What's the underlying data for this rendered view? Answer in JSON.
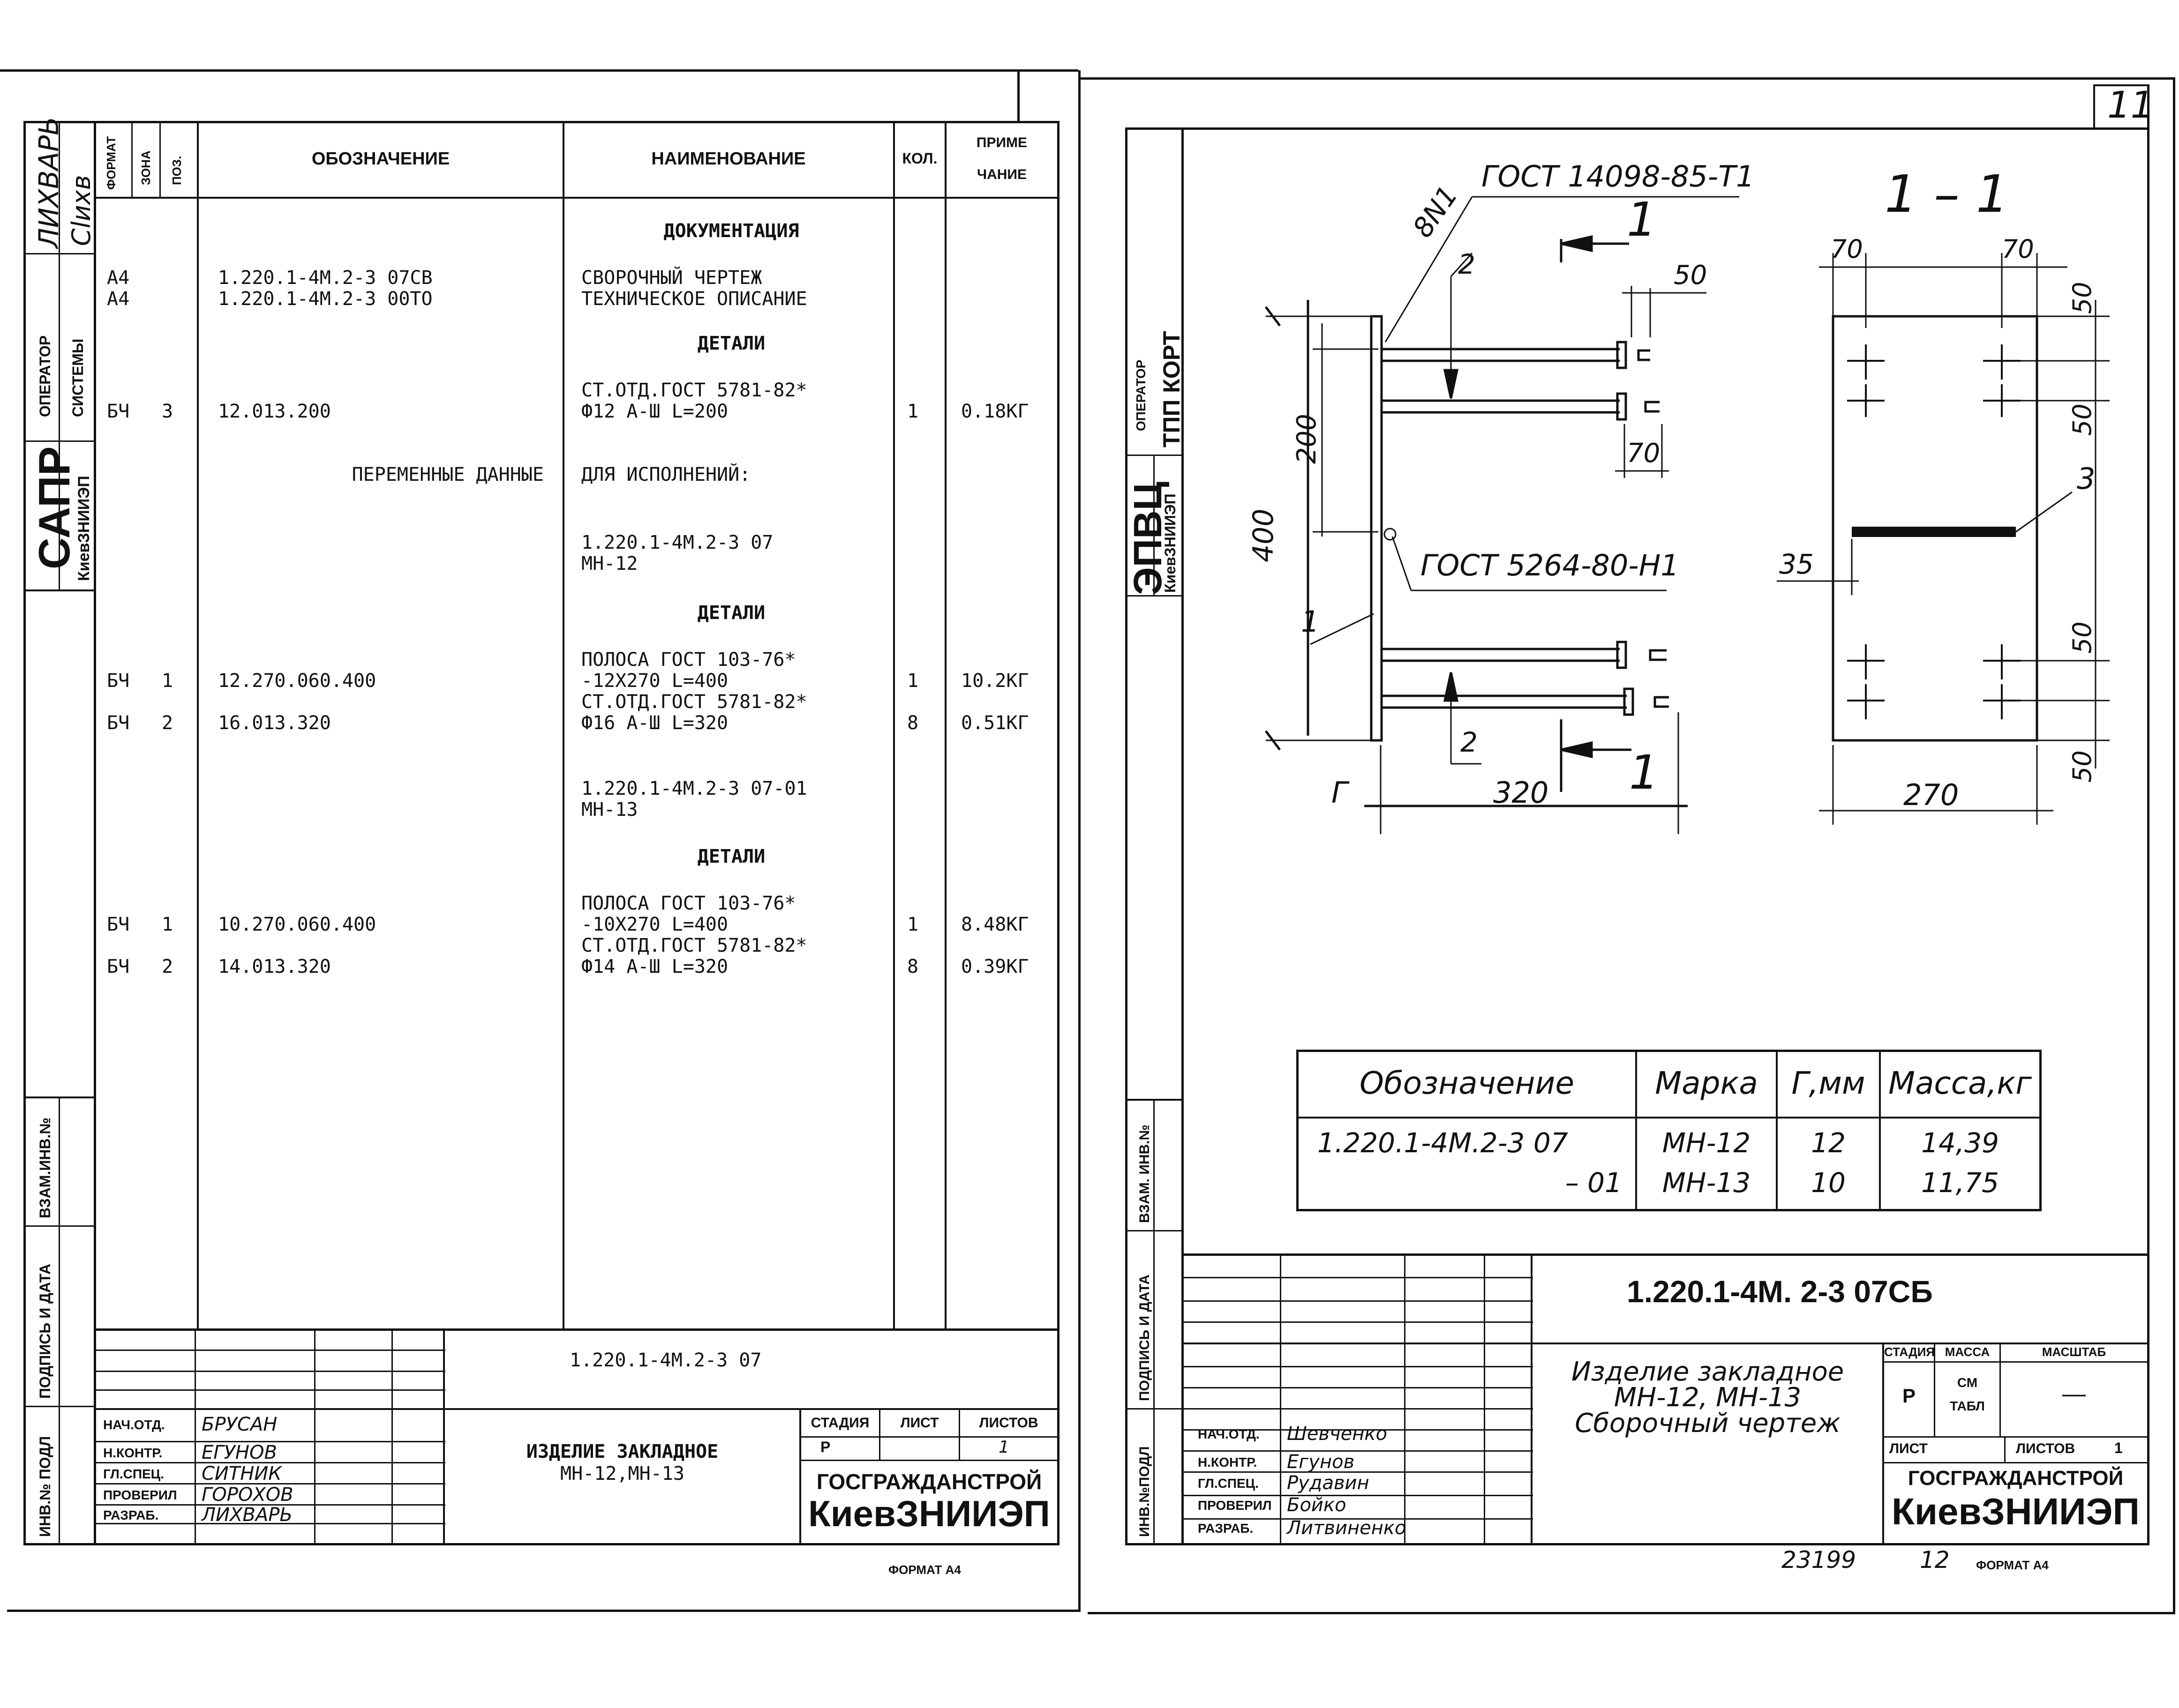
{
  "left": {
    "spec_headers": {
      "format": "ФОРМАТ",
      "zone": "ЗОНА",
      "pos": "ПОЗ.",
      "designation": "ОБОЗНАЧЕНИЕ",
      "name": "НАИМЕНОВАНИЕ",
      "qty": "КОЛ.",
      "note_1": "ПРИМЕ",
      "note_2": "ЧАНИЕ"
    },
    "rows": [
      {
        "format": "",
        "pos": "",
        "designation": "",
        "name": "ДОКУМЕНТАЦИЯ",
        "qty": "",
        "note": "",
        "heading": true
      },
      {
        "format": "А4",
        "pos": "",
        "designation": "1.220.1-4М.2-3 07СВ",
        "name": "СВОРОЧНЫЙ ЧЕРТЕЖ",
        "qty": "",
        "note": ""
      },
      {
        "format": "А4",
        "pos": "",
        "designation": "1.220.1-4М.2-3 00ТО",
        "name": "ТЕХНИЧЕСКОЕ ОПИСАНИЕ",
        "qty": "",
        "note": ""
      },
      {
        "format": "",
        "pos": "",
        "designation": "",
        "name": "ДЕТАЛИ",
        "qty": "",
        "note": "",
        "heading": true
      },
      {
        "format": "",
        "pos": "",
        "designation": "",
        "name": "СТ.ОТД.ГОСТ 5781-82*",
        "qty": "",
        "note": ""
      },
      {
        "format": "БЧ",
        "pos": "3",
        "designation": "12.013.200",
        "name": "Ф12 А-Ш L=200",
        "qty": "1",
        "note": "0.18КГ"
      },
      {
        "format": "",
        "pos": "",
        "designation": "ПЕРЕМЕННЫЕ ДАННЫЕ",
        "name": "ДЛЯ ИСПОЛНЕНИЙ:",
        "qty": "",
        "note": "",
        "designation_right": true
      },
      {
        "format": "",
        "pos": "",
        "designation": "",
        "name": "1.220.1-4М.2-3 07",
        "qty": "",
        "note": ""
      },
      {
        "format": "",
        "pos": "",
        "designation": "",
        "name": "МН-12",
        "qty": "",
        "note": ""
      },
      {
        "format": "",
        "pos": "",
        "designation": "",
        "name": "ДЕТАЛИ",
        "qty": "",
        "note": "",
        "heading": true
      },
      {
        "format": "",
        "pos": "",
        "designation": "",
        "name": "ПОЛОСА ГОСТ 103-76*",
        "qty": "",
        "note": ""
      },
      {
        "format": "БЧ",
        "pos": "1",
        "designation": "12.270.060.400",
        "name": "-12Х270 L=400",
        "qty": "1",
        "note": "10.2КГ"
      },
      {
        "format": "",
        "pos": "",
        "designation": "",
        "name": "СТ.ОТД.ГОСТ 5781-82*",
        "qty": "",
        "note": ""
      },
      {
        "format": "БЧ",
        "pos": "2",
        "designation": "16.013.320",
        "name": "Ф16 А-Ш L=320",
        "qty": "8",
        "note": "0.51КГ"
      },
      {
        "format": "",
        "pos": "",
        "designation": "",
        "name": "1.220.1-4М.2-3 07-01",
        "qty": "",
        "note": ""
      },
      {
        "format": "",
        "pos": "",
        "designation": "",
        "name": "МН-13",
        "qty": "",
        "note": ""
      },
      {
        "format": "",
        "pos": "",
        "designation": "",
        "name": "ДЕТАЛИ",
        "qty": "",
        "note": "",
        "heading": true
      },
      {
        "format": "",
        "pos": "",
        "designation": "",
        "name": "ПОЛОСА ГОСТ 103-76*",
        "qty": "",
        "note": ""
      },
      {
        "format": "БЧ",
        "pos": "1",
        "designation": "10.270.060.400",
        "name": "-10Х270 L=400",
        "qty": "1",
        "note": "8.48КГ"
      },
      {
        "format": "",
        "pos": "",
        "designation": "",
        "name": "СТ.ОТД.ГОСТ 5781-82*",
        "qty": "",
        "note": ""
      },
      {
        "format": "БЧ",
        "pos": "2",
        "designation": "14.013.320",
        "name": "Ф14 А-Ш L=320",
        "qty": "8",
        "note": "0.39КГ"
      }
    ],
    "side": {
      "name_hand": "ЛИХВАРЬ",
      "operator": "ОПЕРАТОР",
      "system": "СИСТЕМЫ",
      "sapr": "САПР",
      "kiev": "КиевЗНИИЭП",
      "vzam": "ВЗАМ.ИНВ.№",
      "podpis": "ПОДПИСЬ И ДАТА",
      "inv": "ИНВ.№ ПОДЛ"
    },
    "stamp": {
      "code": "1.220.1-4М.2-3 07",
      "title_1": "ИЗДЕЛИЕ ЗАКЛАДНОЕ",
      "title_2": "МН-12,МН-13",
      "stage_label": "СТАДИЯ",
      "sheet_label": "ЛИСТ",
      "sheets_label": "ЛИСТОВ",
      "stage": "Р",
      "sheets": "1",
      "org_1": "ГОСГРАЖДАНСТРОЙ",
      "org_2": "КиевЗНИИЭП",
      "roles": [
        {
          "role": "НАЧ.ОТД.",
          "name": "БРУСАН"
        },
        {
          "role": "Н.КОНТР.",
          "name": "ЕГУНОВ"
        },
        {
          "role": "ГЛ.СПЕЦ.",
          "name": "СИТНИК"
        },
        {
          "role": "ПРОВЕРИЛ",
          "name": "ГОРОХОВ"
        },
        {
          "role": "РАЗРАБ.",
          "name": "ЛИХВАРЬ"
        }
      ],
      "format": "ФОРМАТ А4"
    }
  },
  "right": {
    "sheet_number": "11",
    "section_label": "1 – 1",
    "dims": {
      "gost_t1": "ГОСТ 14098-85-Т1",
      "gost_h1": "ГОСТ 5264-80-Н1",
      "weld": "8N1",
      "cut_1a": "1",
      "cut_1b": "1",
      "cut_2a": "2",
      "cut_2b": "2",
      "d50a": "50",
      "d70a": "70",
      "d200": "200",
      "d400": "400",
      "d320": "320",
      "dG": "Г",
      "pos1": "1",
      "s70a": "70",
      "s70b": "70",
      "s50a": "50",
      "s50b": "50",
      "s50c": "50",
      "s50d": "50",
      "s35": "35",
      "s3": "3",
      "s270": "270"
    },
    "table": {
      "headers": [
        "Обозначение",
        "Марка",
        "Г,мм",
        "Масса,кг"
      ],
      "rows": [
        [
          "1.220.1-4М.2-3  07",
          "МН-12",
          "12",
          "14,39"
        ],
        [
          "– 01",
          "МН-13",
          "10",
          "11,75"
        ]
      ]
    },
    "side": {
      "operator": "ОПЕРАТОР",
      "tpp": "ТПП КОРТ",
      "epvc": "ЭПВЦ",
      "kiev": "КиевЗНИИЭП",
      "vzam": "ВЗАМ. ИНВ.№",
      "podpis": "ПОДПИСЬ И ДАТА",
      "inv": "ИНВ.№ПОДЛ"
    },
    "stamp": {
      "code": "1.220.1-4М. 2-3  07СБ",
      "title_1": "Изделие закладное",
      "title_2": "МН-12, МН-13",
      "title_3": "Сборочный чертеж",
      "stage_label": "СТАДИЯ",
      "mass_label": "МАССА",
      "scale_label": "МАСШТАБ",
      "stage": "Р",
      "mass_1": "СМ",
      "mass_2": "ТАБЛ",
      "scale": "—",
      "sheet_label": "ЛИСТ",
      "sheets_label": "ЛИСТОВ",
      "sheets": "1",
      "org_1": "ГОСГРАЖДАНСТРОЙ",
      "org_2": "КиевЗНИИЭП",
      "roles": [
        {
          "role": "НАЧ.ОТД.",
          "name": "Шевченко"
        },
        {
          "role": "Н.КОНТР.",
          "name": "Егунов"
        },
        {
          "role": "ГЛ.СПЕЦ.",
          "name": "Рудавин"
        },
        {
          "role": "ПРОВЕРИЛ",
          "name": "Бойко"
        },
        {
          "role": "РАЗРАБ.",
          "name": "Литвиненко"
        }
      ],
      "num_1": "23199",
      "num_2": "12",
      "format": "ФОРМАТ А4"
    }
  }
}
